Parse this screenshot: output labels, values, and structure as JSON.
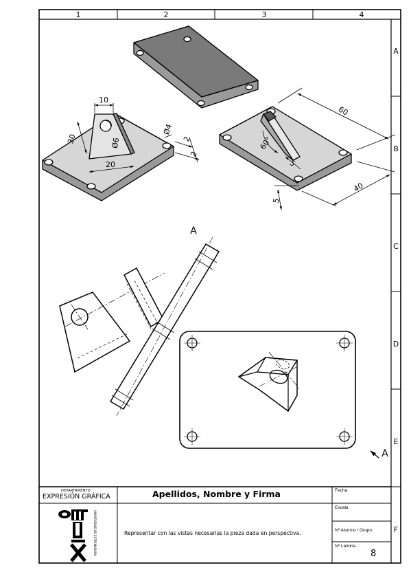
{
  "frame": {
    "columns": [
      "1",
      "2",
      "3",
      "4"
    ],
    "rows": [
      "A",
      "B",
      "C",
      "D",
      "E",
      "F"
    ]
  },
  "perspective_dimensions": {
    "pad_top_width": "10",
    "pad_height": "30",
    "pad_hole": "Ø6",
    "pad_base": "20",
    "base_hole": "Ø4",
    "base_margin_1": "2",
    "base_margin_2": "2",
    "length": "60",
    "angle": "60°",
    "offset": "5",
    "width": "40",
    "thickness": "5"
  },
  "view_labels": {
    "section_top": "A",
    "section_arrow": "A"
  },
  "title_block": {
    "department_small": "DEPARTAMENTO",
    "department_main": "EXPRESIÓN GRÁFICA",
    "student_field": "Apellidos, Nombre y Firma",
    "date_label": "Fecha",
    "scale_label": "Escala",
    "student_group_label": "Nº Alumno / Grupo",
    "sheet_label": "Nº Lámina",
    "sheet_number": "8",
    "instructions": "Representar con las vistas necesarias la pieza dada en perspectiva.",
    "university": "UNIVERSIDAD DE EXTREMADURA"
  },
  "colors": {
    "line": "#000000",
    "face_light": "#d6d6d6",
    "face_mid": "#9a9a9a",
    "face_dark": "#6e6e6e"
  },
  "icons": [
    "university-logo-icon",
    "section-arrow-icon"
  ]
}
